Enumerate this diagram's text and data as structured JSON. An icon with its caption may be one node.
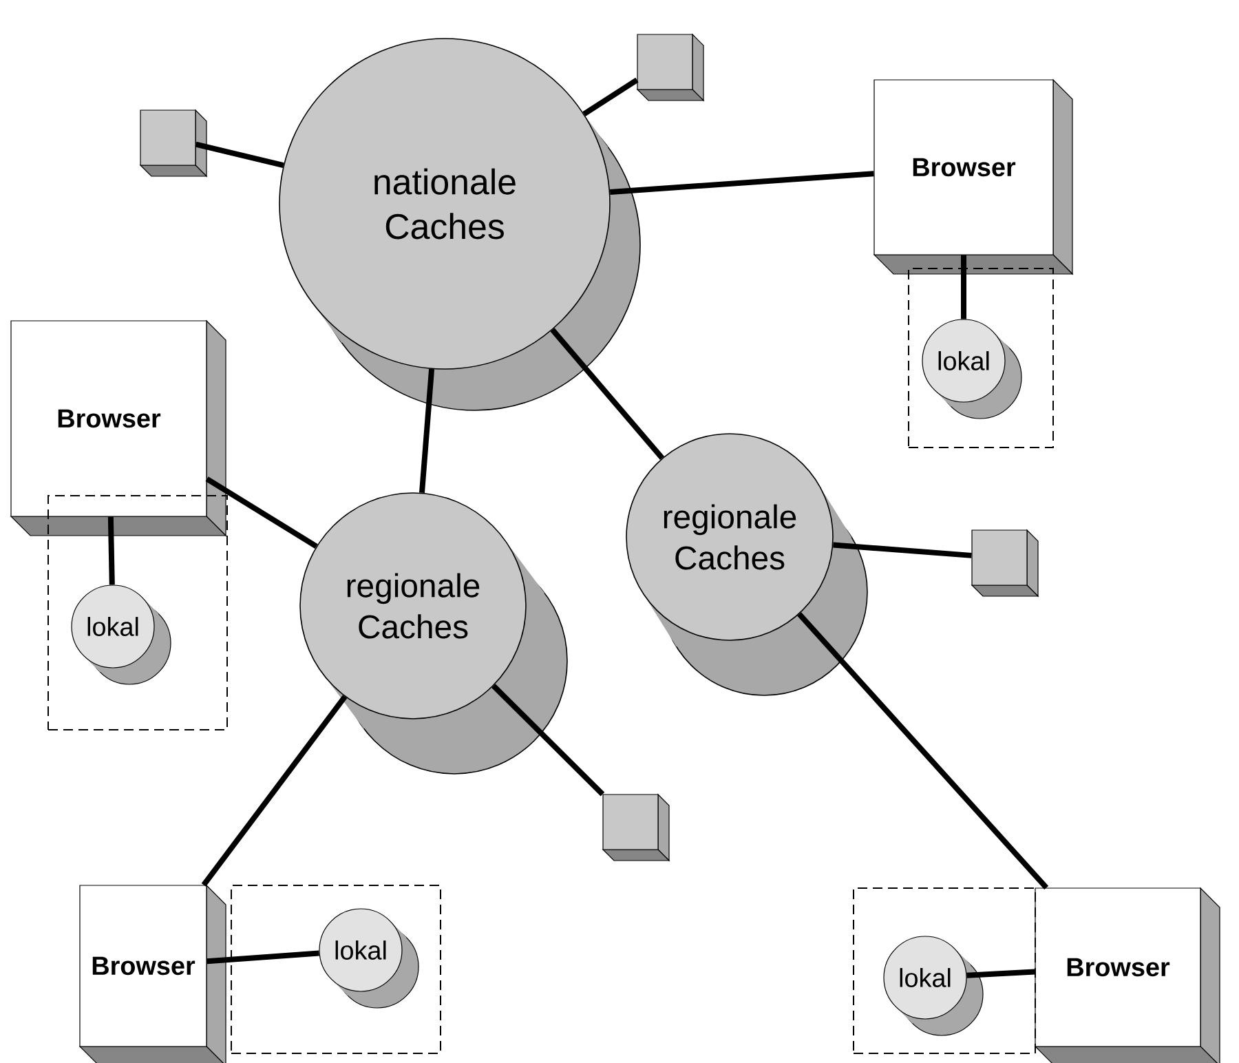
{
  "diagram": {
    "nodes": [
      {
        "text": [
          "nationale Caches"
        ]
      },
      {
        "text": [],
        "shape": "box"
      },
      {
        "text": [],
        "shape": "box"
      },
      {
        "text": [
          "Browser"
        ]
      },
      {
        "text": [],
        "shape": "box"
      },
      {
        "text": [
          "lokal"
        ],
        "in": 4
      },
      {
        "text": [
          "Browser"
        ]
      },
      {
        "text": [],
        "shape": "box"
      },
      {
        "text": [
          "lokal"
        ],
        "in": 7
      },
      {
        "text": [
          "regionale Caches"
        ]
      },
      {
        "text": [
          "regionale Caches"
        ]
      },
      {
        "text": [],
        "shape": "box"
      },
      {
        "text": [],
        "shape": "box"
      },
      {
        "text": [
          "Browser"
        ]
      },
      {
        "text": [],
        "shape": "box"
      },
      {
        "text": [
          "lokal"
        ],
        "in": 14
      },
      {
        "text": [
          "Browser"
        ]
      },
      {
        "text": [],
        "shape": "box"
      },
      {
        "text": [
          "lokal"
        ],
        "in": 17
      }
    ],
    "edges": [
      {
        "from": 1,
        "to": 0,
        "arrow": "none"
      },
      {
        "from": 2,
        "to": 0,
        "arrow": "none"
      },
      {
        "from": 0,
        "to": 3,
        "arrow": "none"
      },
      {
        "from": 3,
        "to": 5,
        "arrow": "none"
      },
      {
        "from": 0,
        "to": 9,
        "arrow": "none"
      },
      {
        "from": 0,
        "to": 10,
        "arrow": "none"
      },
      {
        "from": 6,
        "to": 9,
        "arrow": "none"
      },
      {
        "from": 6,
        "to": 8,
        "arrow": "none"
      },
      {
        "from": 9,
        "to": 13,
        "arrow": "none"
      },
      {
        "from": 9,
        "to": 12,
        "arrow": "none"
      },
      {
        "from": 13,
        "to": 15,
        "arrow": "none"
      },
      {
        "from": 10,
        "to": 11,
        "arrow": "none"
      },
      {
        "from": 10,
        "to": 16,
        "arrow": "none"
      },
      {
        "from": 16,
        "to": 18,
        "arrow": "none"
      }
    ]
  }
}
